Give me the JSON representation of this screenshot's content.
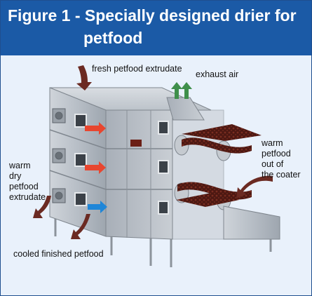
{
  "figure": {
    "title_line1": "Figure 1 - Specially designed drier for",
    "title_line2": "petfood"
  },
  "labels": {
    "fresh": "fresh petfood extrudate",
    "exhaust": "exhaust air",
    "warm_dry_1": "warm",
    "warm_dry_2": "dry",
    "warm_dry_3": "petfood",
    "warm_dry_4": "extrudate",
    "coater_1": "warm",
    "coater_2": "petfood",
    "coater_3": "out of",
    "coater_4": "the coater",
    "cooled": "cooled finished petfood"
  },
  "colors": {
    "header_blue": "#1b5aa6",
    "steel": "#b9bfc6",
    "steel_dark": "#8e959d",
    "petfood": "#5a1e16",
    "red_arrow": "#e8462f",
    "blue_arrow": "#1f86d8",
    "green_arrow": "#3f8f4b",
    "brown_arrow": "#6b2a22"
  },
  "icons": {
    "inlet": "arrow-down-icon",
    "exhaust": "arrow-up-icon",
    "airflow": "arrow-right-icon"
  }
}
